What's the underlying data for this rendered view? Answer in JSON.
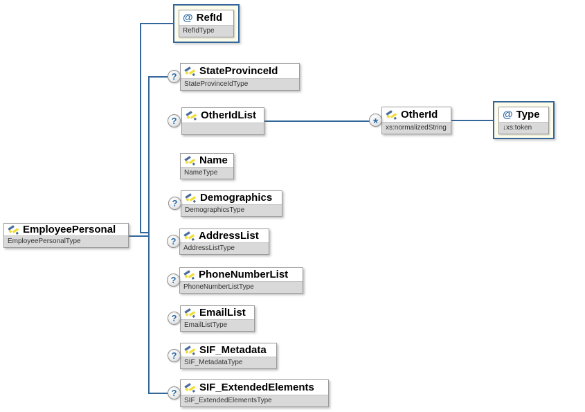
{
  "colors": {
    "connector_line": "#336699",
    "box_border": "#9b9b9b",
    "type_strip_bg": "#d9d9d9",
    "attribute_box_bg": "#fdfcea",
    "attribute_box_border": "#336699",
    "icon_blue": "#4a6d9e",
    "icon_yellow": "#f2de35",
    "symbol_blue": "#2e6da4"
  },
  "nodes": {
    "employee_personal": {
      "name": "EmployeePersonal",
      "type": "EmployeePersonalType"
    },
    "ref_id": {
      "at_symbol": "@",
      "name": "RefId",
      "type": "RefIdType"
    },
    "state_province_id": {
      "occurrence": "?",
      "name": "StateProvinceId",
      "type": "StateProvinceIdType"
    },
    "other_id_list": {
      "occurrence": "?",
      "name": "OtherIdList",
      "type": ""
    },
    "other_id": {
      "occurrence": "*",
      "name": "OtherId",
      "type": "xs:normalizedString"
    },
    "type_attribute": {
      "at_symbol": "@",
      "name": "Type",
      "type": "↓xs:token"
    },
    "name": {
      "name": "Name",
      "type": "NameType"
    },
    "demographics": {
      "occurrence": "?",
      "name": "Demographics",
      "type": "DemographicsType"
    },
    "address_list": {
      "occurrence": "?",
      "name": "AddressList",
      "type": "AddressListType"
    },
    "phone_number_list": {
      "occurrence": "?",
      "name": "PhoneNumberList",
      "type": "PhoneNumberListType"
    },
    "email_list": {
      "occurrence": "?",
      "name": "EmailList",
      "type": "EmailListType"
    },
    "sif_metadata": {
      "occurrence": "?",
      "name": "SIF_Metadata",
      "type": "SIF_MetadataType"
    },
    "sif_extended_elements": {
      "occurrence": "?",
      "name": "SIF_ExtendedElements",
      "type": "SIF_ExtendedElementsType"
    }
  }
}
